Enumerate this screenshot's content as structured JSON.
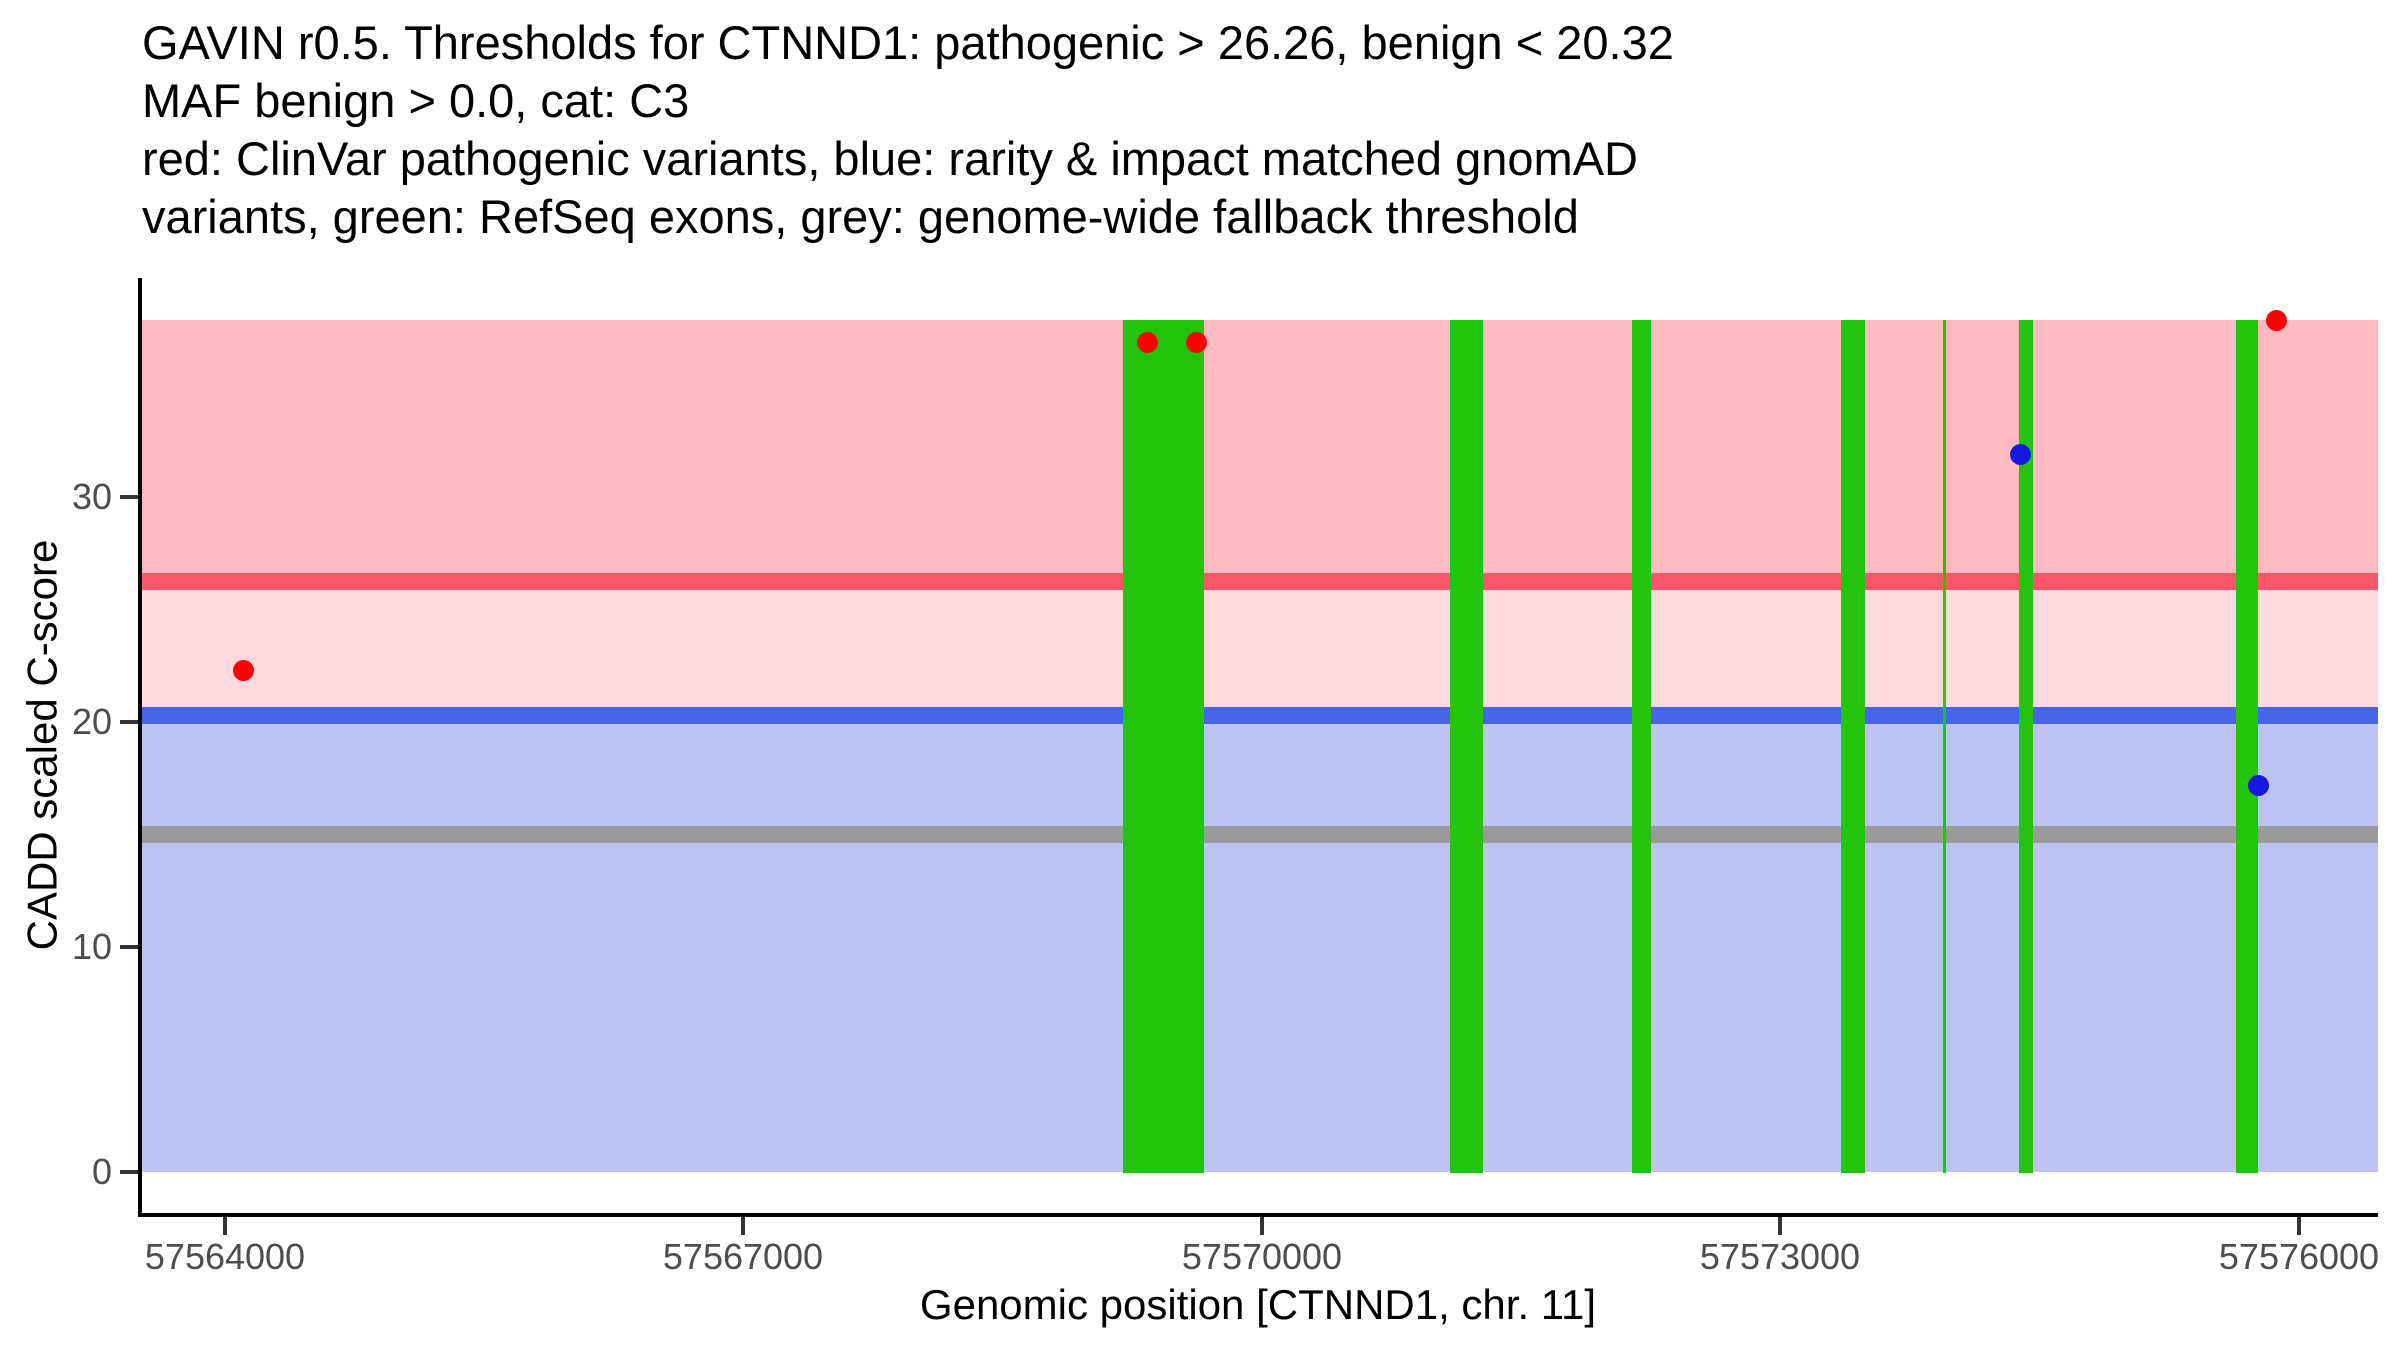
{
  "chart_data": {
    "type": "scatter",
    "title_lines": [
      "GAVIN r0.5. Thresholds for CTNND1: pathogenic > 26.26, benign < 20.32",
      "MAF benign > 0.0, cat: C3",
      "red: ClinVar pathogenic variants, blue: rarity & impact matched gnomAD",
      "variants, green: RefSeq exons, grey: genome-wide fallback threshold"
    ],
    "xlabel": "Genomic position [CTNND1, chr. 11]",
    "ylabel": "CADD scaled C-score",
    "xlim": [
      57563520,
      57576460
    ],
    "ylim": [
      -1.8,
      39.75
    ],
    "x_ticks": [
      {
        "value": 57564000,
        "label": "57564000"
      },
      {
        "value": 57567000,
        "label": "57567000"
      },
      {
        "value": 57570000,
        "label": "57570000"
      },
      {
        "value": 57573000,
        "label": "57573000"
      },
      {
        "value": 57576000,
        "label": "57576000"
      }
    ],
    "y_ticks": [
      {
        "value": 0,
        "label": "0"
      },
      {
        "value": 10,
        "label": "10"
      },
      {
        "value": 20,
        "label": "20"
      },
      {
        "value": 30,
        "label": "30"
      }
    ],
    "grid": false,
    "legend": "described in title text",
    "bands": {
      "top_value": 37.9,
      "bottom_value": 0,
      "pathogenic_color": "#ffbac2",
      "intermediate_color": "#ffd9de",
      "benign_color": "#bec3f3"
    },
    "thresholds": {
      "pathogenic": {
        "value": 26.26,
        "color": "#f8566a",
        "meaning": "gene-specific pathogenic threshold"
      },
      "benign": {
        "value": 20.32,
        "color": "#4a64e8",
        "meaning": "gene-specific benign threshold"
      },
      "genome_wide_fallback": {
        "value": 15,
        "color": "#9a9a9a",
        "meaning": "genome-wide fallback threshold"
      }
    },
    "exons": {
      "color": "#22c40e",
      "y_from": 0,
      "y_to": 37.9,
      "regions_bp": [
        [
          57569200,
          57569670
        ],
        [
          57571090,
          57571280
        ],
        [
          57572140,
          57572250
        ],
        [
          57573350,
          57573490
        ],
        [
          57573940,
          57573960
        ],
        [
          57574380,
          57574460
        ],
        [
          57575640,
          57575770
        ]
      ]
    },
    "series": [
      {
        "name": "ClinVar pathogenic variants",
        "color": "#fe0000",
        "points": [
          {
            "x": 57564110,
            "y": 22.3
          },
          {
            "x": 57569340,
            "y": 36.9
          },
          {
            "x": 57569620,
            "y": 36.9
          },
          {
            "x": 57575870,
            "y": 37.85
          }
        ]
      },
      {
        "name": "rarity & impact matched gnomAD variants",
        "color": "#1717e3",
        "points": [
          {
            "x": 57574390,
            "y": 31.9
          },
          {
            "x": 57575770,
            "y": 17.2
          }
        ]
      }
    ]
  }
}
